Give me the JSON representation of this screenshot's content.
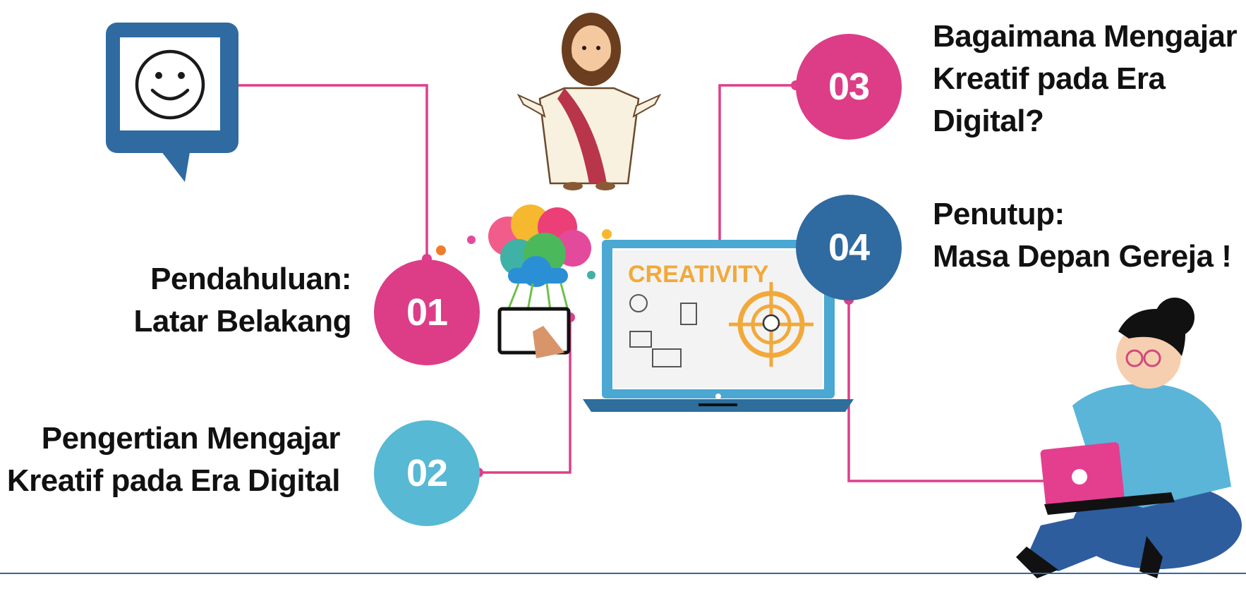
{
  "colors": {
    "pink": "#dc3d86",
    "cyan": "#57b9d3",
    "navy": "#2f6aa1",
    "connector": "#dd3f8a",
    "text": "#111111"
  },
  "items": [
    {
      "number": "01",
      "title_line1": "Pendahuluan:",
      "title_line2": "Latar Belakang"
    },
    {
      "number": "02",
      "title_line1": "Pengertian Mengajar",
      "title_line2": "Kreatif pada Era Digital"
    },
    {
      "number": "03",
      "title_line1": "Bagaimana Mengajar",
      "title_line2": "Kreatif pada Era",
      "title_line3": "Digital?"
    },
    {
      "number": "04",
      "title_line1": "Penutup:",
      "title_line2": "Masa Depan Gereja !"
    }
  ],
  "laptop_screen_text": "CREATIVITY",
  "icons": [
    "smiley-speech-bubble-icon",
    "jesus-illustration",
    "tablet-idea-cloud-icon",
    "laptop-creativity-illustration",
    "woman-with-laptop-illustration"
  ]
}
